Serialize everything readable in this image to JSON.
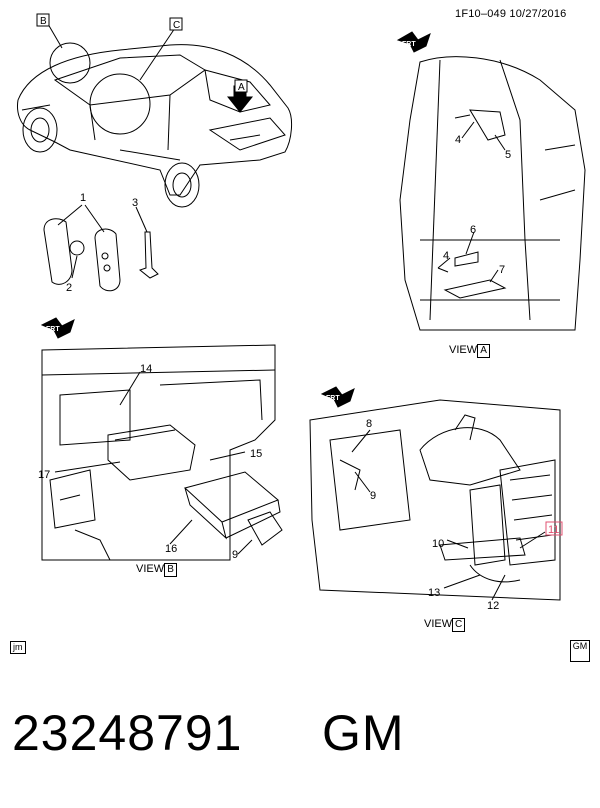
{
  "header": {
    "code": "1F10–049",
    "date": "10/27/2016"
  },
  "views": {
    "A": {
      "prefix": "VIEW",
      "letter": "A"
    },
    "B": {
      "prefix": "VIEW",
      "letter": "B"
    },
    "C": {
      "prefix": "VIEW",
      "letter": "C"
    }
  },
  "vehicle": {
    "detail_box_b": "B",
    "detail_box_c": "C",
    "view_arrow_a": "A"
  },
  "callouts": {
    "c1": "1",
    "c2": "2",
    "c3": "3",
    "c4a": "4",
    "c5": "5",
    "c4b": "4",
    "c6": "6",
    "c7": "7",
    "c14": "14",
    "c15": "15",
    "c17": "17",
    "c16": "16",
    "c9a": "9",
    "c8": "8",
    "c9b": "9",
    "c10": "10",
    "c11": "11",
    "c12": "12",
    "c13": "13"
  },
  "frt_label": "FRT",
  "footer": {
    "left_tag": "jm",
    "logo": "GM"
  },
  "part": {
    "number": "23248791",
    "brand": "GM"
  },
  "colors": {
    "callout_11_box": "#e05070"
  }
}
